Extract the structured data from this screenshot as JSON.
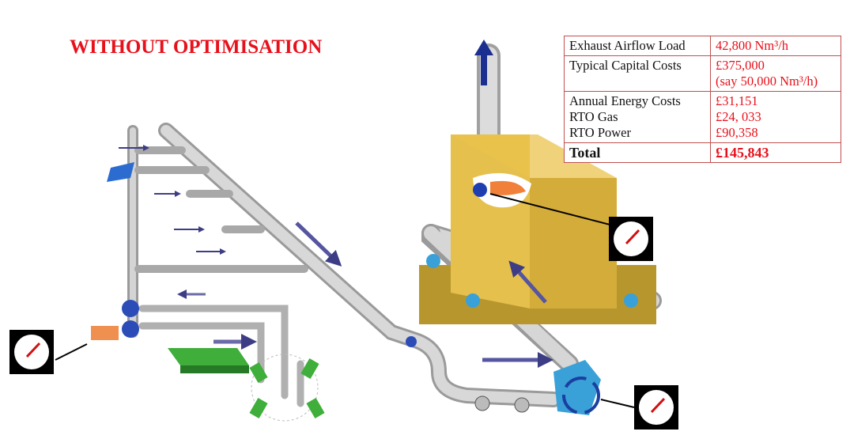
{
  "title": "WITHOUT OPTIMISATION",
  "table": {
    "rows": [
      {
        "label": "Exhaust Airflow Load",
        "value": "42,800 Nm³/h"
      },
      {
        "label": "Typical Capital Costs",
        "value": "£375,000",
        "value2": "(say 50,000 Nm³/h)"
      },
      {
        "label": "Annual Energy Costs",
        "value": "£31,151",
        "label2": "RTO Gas",
        "value2": "£24, 033",
        "label3": "RTO Power",
        "value3": "£90,358"
      }
    ],
    "total": {
      "label": "Total",
      "value": "£145,843"
    }
  },
  "colors": {
    "title": "#e8101a",
    "pipe": "#c8c8c8",
    "rto": "#e8c24a",
    "arrow": "#4a4a8e",
    "fan": "#3aa0d8",
    "green": "#3fae3a"
  }
}
